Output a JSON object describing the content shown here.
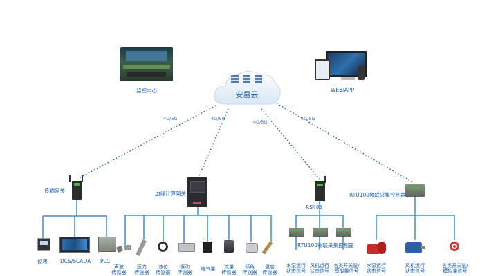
{
  "cloud": {
    "label": "安易云"
  },
  "top": {
    "monitor_center": "监控中心",
    "web_app": "WEB/APP"
  },
  "links": [
    "4G/5G",
    "4G/5G",
    "4G/5G",
    "4G/5G"
  ],
  "gateways": {
    "transfer": "传输网关",
    "edge": "边缘计算网关",
    "rs485": "RS485",
    "rtu_collector": "RTU100物联采集控制器"
  },
  "group1": [
    "仪表",
    "DCS/SCADA",
    "PLC"
  ],
  "group2": [
    "声波\n传感器",
    "压力\n传感器",
    "液位\n传感器",
    "振动\n传感器",
    "电气量",
    "流量\n传感器",
    "倾角\n传感器",
    "温度\n传感器"
  ],
  "group3": {
    "collector_label": "RTU100物联采集控制器",
    "items": [
      "水泵运行\n状态信号",
      "风机运行\n状态信号",
      "各类开关量/\n模拟量信号"
    ]
  },
  "group4": [
    "水泵运行\n状态信号",
    "风机运行\n状态信号",
    "各类开关量/\n模拟量信号"
  ],
  "colors": {
    "line": "#3a8fd8",
    "dotted": "#2a5fb0",
    "label": "#1a5fa8"
  }
}
